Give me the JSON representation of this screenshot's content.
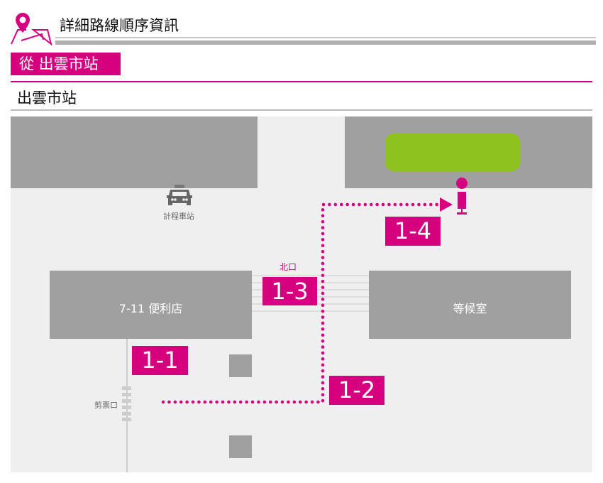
{
  "header": {
    "title": "詳細路線順序資訊",
    "icon": "map-pin-icon"
  },
  "from_label": "從 出雲市站",
  "station_title": "出雲市站",
  "map": {
    "taxi_label": "計程車站",
    "convenience_store": "7-11 便利店",
    "waiting_room": "等候室",
    "north_exit": "北口",
    "ticket_gate": "剪票口",
    "steps": [
      "1-1",
      "1-2",
      "1-3",
      "1-4"
    ]
  },
  "colors": {
    "accent": "#d6007f",
    "building": "#a0a0a0",
    "green": "#8dc21f"
  }
}
